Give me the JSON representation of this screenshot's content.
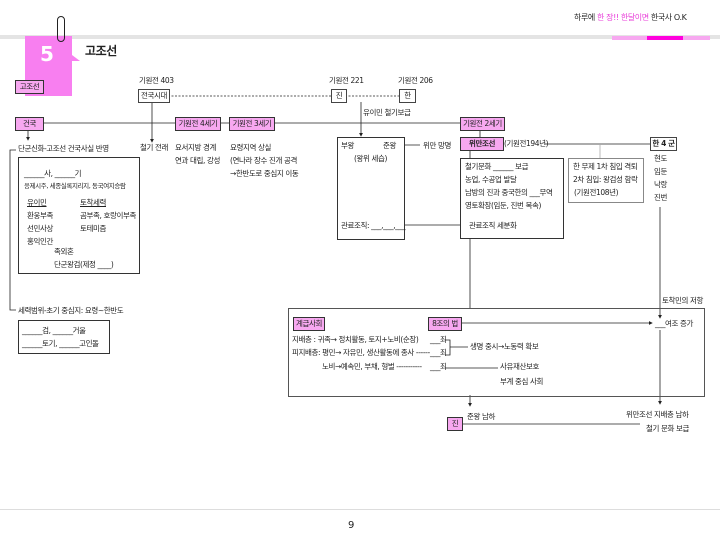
{
  "header": {
    "parts": [
      "하루에 ",
      "한",
      " 장!! ",
      "한달이면",
      " 한국사 O.K"
    ],
    "accent": "#f7a8f0",
    "magenta": "#ff00dd"
  },
  "chapter": {
    "number": "5",
    "title": "고조선"
  },
  "timeline": {
    "label": "고조선",
    "foundation": "건국",
    "events": [
      {
        "date": "기원전 403",
        "label": "전국시대"
      },
      {
        "date": "기원전 221",
        "label": "진"
      },
      {
        "date": "기원전 206",
        "label": "한"
      }
    ],
    "iron_migrants": "유이민 철기보급",
    "iron_intro": "철기 전래",
    "c4": {
      "label": "기원전 4세기",
      "notes": [
        "요서지방 경계",
        "연과 대립, 강성"
      ]
    },
    "c3": {
      "label": "기원전 3세기",
      "notes": [
        "요령지역 상실",
        "(연나라 장수 진개 공격",
        "→한반도로 중심지 이동"
      ]
    },
    "c2": {
      "label": "기원전 2세기"
    }
  },
  "founding": {
    "myth": "단군신화-고조선 건국사실 반영",
    "sources_blank": "______사, ______기",
    "sources": "응제시주, 세종실록지리지, 동국여지승람",
    "migrants": [
      "유이민",
      "환웅부족",
      "선민사상",
      "홍익인간"
    ],
    "natives": [
      "토착세력",
      "곰부족, 호랑이부족",
      "토테미즘"
    ],
    "exogamy": "족외혼",
    "dangun": "단군왕검(제정 ____)",
    "range": "세력범위-초기 중심지: 요령~한반도",
    "relics": [
      "______검, ______거울",
      "______토기, ______고인돌"
    ]
  },
  "kings": {
    "line1a": "부왕",
    "line1b": "준왕",
    "line2": "(왕위 세습)",
    "officials": "관료조직: ___,___,___",
    "wiman": "위만 망명"
  },
  "wiman": {
    "label": "위만조선",
    "year": "(기원전194년)",
    "notes": [
      "철기문화 ______ 보급",
      "농업, 수공업 발달",
      "남방의 진과 중국한의 ___무역",
      "영토확장(임둔, 진번 복속)"
    ],
    "officials": "관료조직 세분화",
    "fall": [
      "한 무제 1차 침입 격퇴",
      "2차 침입: 왕검성 함락",
      "(기원전108년)"
    ]
  },
  "han4": {
    "label": "한 4 군",
    "items": [
      "현도",
      "임둔",
      "낙랑",
      "진번"
    ],
    "resist": "토착민의 저항",
    "increase": "___여조 증가"
  },
  "society": {
    "class_label": "계급사회",
    "law_label": "8조의 법",
    "rows": [
      "지배층  : 귀족→ 정치활동, 토지+노비(순장)",
      "피지배층: 평민→ 자유민, 생산활동에 종사 ------",
      "노비→예속민, 부채, 형벌 -----------"
    ],
    "crimes": [
      "___죄",
      "___죄",
      "___죄"
    ],
    "life": "생명 중시→노동력 확보",
    "property": "사유재산보호",
    "patriarchal": "부계 중심 사회"
  },
  "south": {
    "jin": "진",
    "jun": "준왕 남하",
    "wiman_south": [
      "위만조선 지배층 남하",
      "철기 문화 보급"
    ]
  },
  "page_number": "9"
}
